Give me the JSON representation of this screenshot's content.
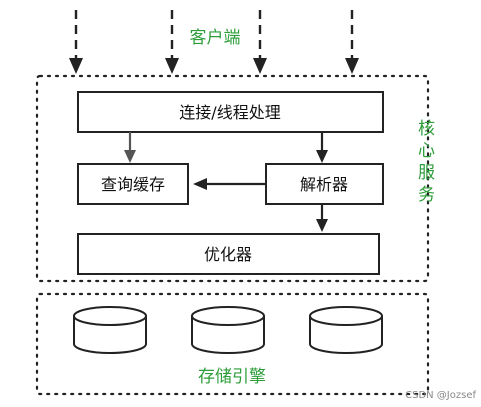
{
  "client_label": "客户端",
  "core_service_label": "核心服务",
  "connection_box": "连接/线程处理",
  "cache_box": "查询缓存",
  "parser_box": "解析器",
  "optimizer_box": "优化器",
  "storage_label": "存储引擎",
  "watermark": "CSDN @Jozsef",
  "colors": {
    "accent_green": "#2e9e3b",
    "stroke": "#222222"
  }
}
